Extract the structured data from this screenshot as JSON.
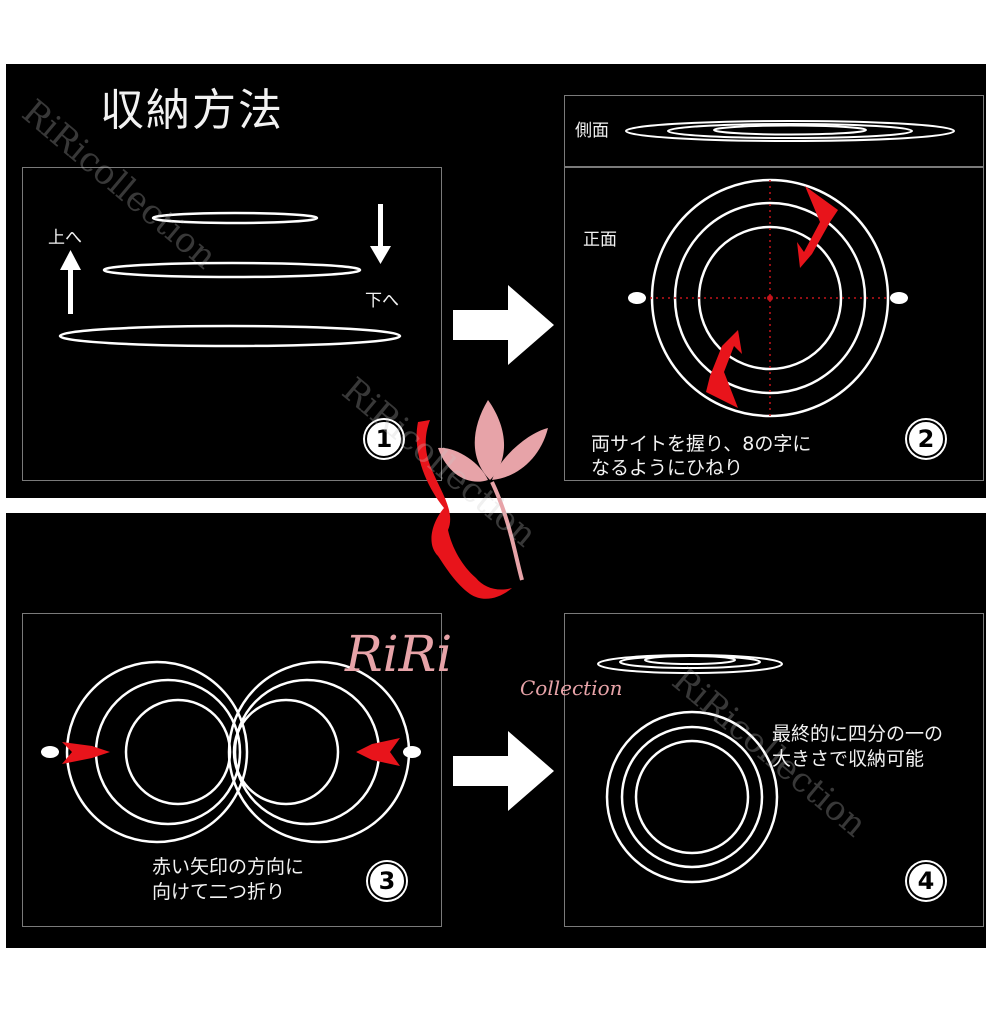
{
  "title": "収納方法",
  "panel1": {
    "up_label": "上へ",
    "down_label": "下へ",
    "step": "1"
  },
  "panel2": {
    "side_label": "側面",
    "front_label": "正面",
    "caption_line1": "両サイトを握り、8の字に",
    "caption_line2": "なるようにひねり",
    "step": "2"
  },
  "panel3": {
    "caption_line1": "赤い矢印の方向に",
    "caption_line2": "向けて二つ折り",
    "step": "3"
  },
  "panel4": {
    "caption_line1": "最終的に四分の一の",
    "caption_line2": "大きさで収納可能",
    "step": "4"
  },
  "watermark": "RiRicollection",
  "logo": {
    "text": "RiRi",
    "sub": "Collection"
  },
  "colors": {
    "background": "#000000",
    "accent_red": "#e8141b",
    "logo_pink": "#e7a3a8",
    "line": "#ffffff"
  }
}
